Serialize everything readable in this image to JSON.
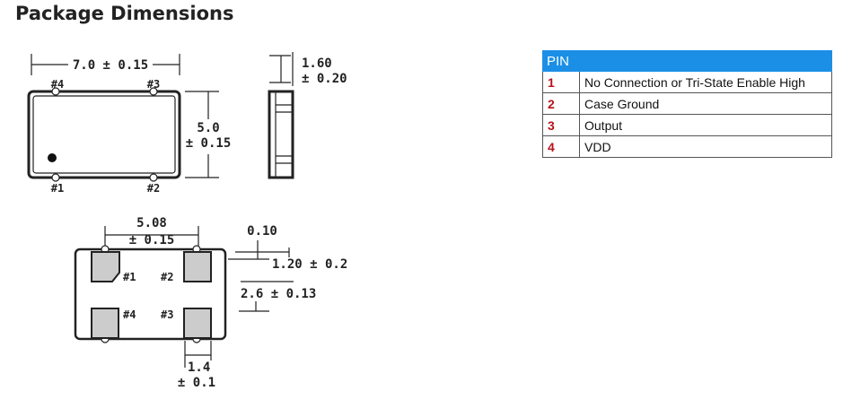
{
  "header": {
    "title": "Package Dimensions"
  },
  "top_view": {
    "width_label": "7.0 ± 0.15",
    "height_label_1": "5.0",
    "height_label_2": "± 0.15",
    "pins": [
      "#4",
      "#3",
      "#1",
      "#2"
    ]
  },
  "side_view": {
    "thickness_label_1": "1.60",
    "thickness_label_2": "± 0.20"
  },
  "pad_view": {
    "pitch_label_1": "5.08",
    "pitch_label_2": "± 0.15",
    "gap_label": "0.10",
    "pad_height_label": "1.20 ± 0.2",
    "row_pitch_label": "2.6 ± 0.13",
    "pad_width_label_1": "1.4",
    "pad_width_label_2": "± 0.1",
    "pins": [
      "#1",
      "#2",
      "#4",
      "#3"
    ]
  },
  "pin_table": {
    "header": "PIN",
    "rows": [
      {
        "num": "1",
        "desc": "No Connection or Tri-State Enable High"
      },
      {
        "num": "2",
        "desc": "Case Ground"
      },
      {
        "num": "3",
        "desc": "Output"
      },
      {
        "num": "4",
        "desc": "VDD"
      }
    ]
  },
  "colors": {
    "table_header": "#1b8fe6",
    "pin_number": "#b5121b"
  }
}
